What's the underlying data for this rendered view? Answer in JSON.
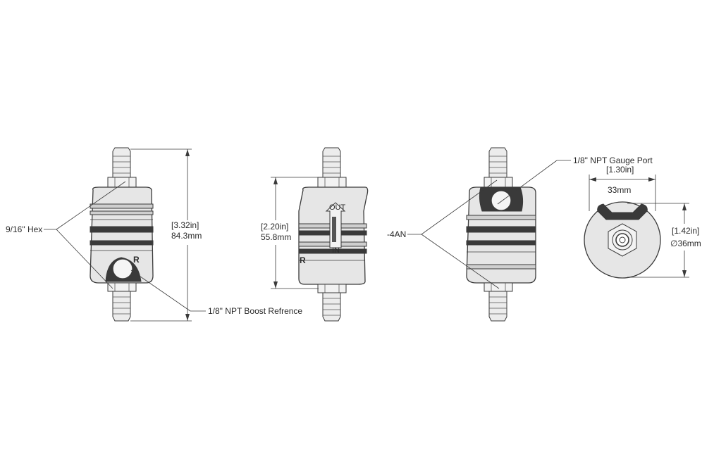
{
  "labels": {
    "hex": "9/16\" Hex",
    "boost_ref": "1/8\" NPT Boost Refrence",
    "gauge_port": "1/8\" NPT Gauge Port",
    "an_fitting": "-4AN",
    "port_letter_r": "R"
  },
  "dimensions": {
    "overall_height_in": "[3.32in]",
    "overall_height_mm": "84.3mm",
    "body_height_in": "[2.20in]",
    "body_height_mm": "55.8mm",
    "hex_width_in": "[1.30in]",
    "hex_width_mm": "33mm",
    "body_diameter_in": "[1.42in]",
    "body_diameter_mm": "∅36mm"
  },
  "flow_marker": {
    "out": "OUT",
    "in": "IN"
  }
}
